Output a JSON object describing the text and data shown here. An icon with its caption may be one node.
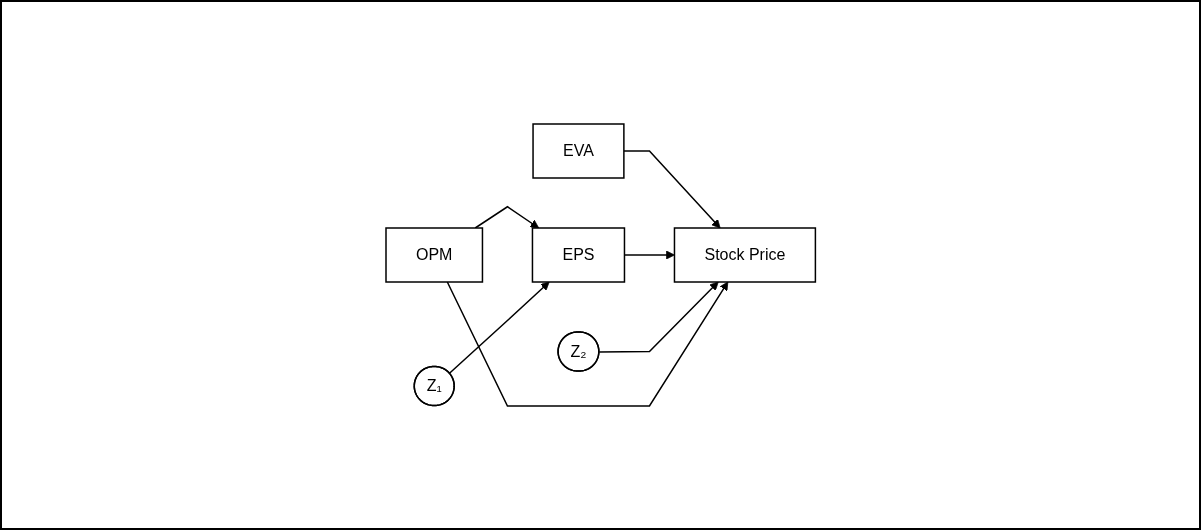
{
  "diagram": {
    "nodes": [
      {
        "text": [
          "EVA"
        ]
      },
      {
        "text": [
          "OPM"
        ]
      },
      {
        "text": [
          "EPS"
        ]
      },
      {
        "text": [
          "Stock Price"
        ]
      },
      {
        "text": [
          "Z₁"
        ]
      },
      {
        "text": [
          "Z₂"
        ]
      }
    ],
    "edges": [
      {
        "from": 0,
        "to": 3,
        "arrow": "to"
      },
      {
        "from": 1,
        "to": 2,
        "arrow": "to"
      },
      {
        "from": 2,
        "to": 3,
        "arrow": "to"
      },
      {
        "from": 4,
        "to": 2,
        "arrow": "to"
      },
      {
        "from": 5,
        "to": 3,
        "arrow": "to"
      },
      {
        "from": 1,
        "to": 3,
        "arrow": "to"
      }
    ]
  }
}
